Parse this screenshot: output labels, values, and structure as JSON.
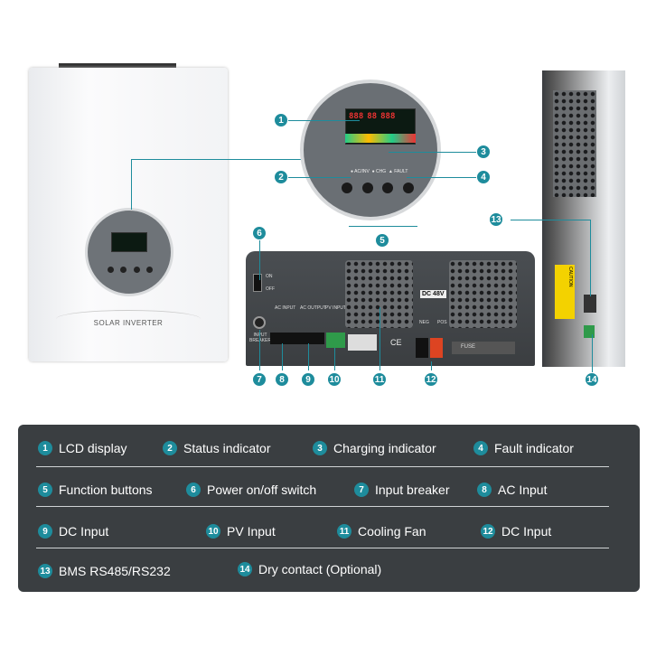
{
  "product": {
    "front_label": "SOLAR INVERTER",
    "switch_on": "ON",
    "switch_off": "OFF",
    "breaker_label": "INPUT BREAKER",
    "ac_input": "AC INPUT",
    "ac_output": "AC OUTPUT",
    "pv_input": "PV INPUT",
    "dc_voltage": "DC 48V",
    "neg": "NEG",
    "pos": "POS",
    "fuse": "FUSE",
    "caution": "CAUTION",
    "lcd_readout": [
      "888",
      "88",
      "888"
    ]
  },
  "callouts": [
    "1",
    "2",
    "3",
    "4",
    "5",
    "6",
    "7",
    "8",
    "9",
    "10",
    "11",
    "12",
    "13",
    "14"
  ],
  "legend": [
    {
      "num": "1",
      "label": "LCD display"
    },
    {
      "num": "2",
      "label": "Status indicator"
    },
    {
      "num": "3",
      "label": "Charging indicator"
    },
    {
      "num": "4",
      "label": "Fault indicator"
    },
    {
      "num": "5",
      "label": "Function buttons"
    },
    {
      "num": "6",
      "label": "Power on/off switch"
    },
    {
      "num": "7",
      "label": "Input breaker"
    },
    {
      "num": "8",
      "label": "AC Input"
    },
    {
      "num": "9",
      "label": "DC Input"
    },
    {
      "num": "10",
      "label": "PV Input"
    },
    {
      "num": "11",
      "label": "Cooling Fan"
    },
    {
      "num": "12",
      "label": "DC Input"
    },
    {
      "num": "13",
      "label": "BMS RS485/RS232"
    },
    {
      "num": "14",
      "label": "Dry contact (Optional)"
    }
  ],
  "colors": {
    "accent": "#1e8c9c",
    "legend_bg": "#3a3e41"
  }
}
